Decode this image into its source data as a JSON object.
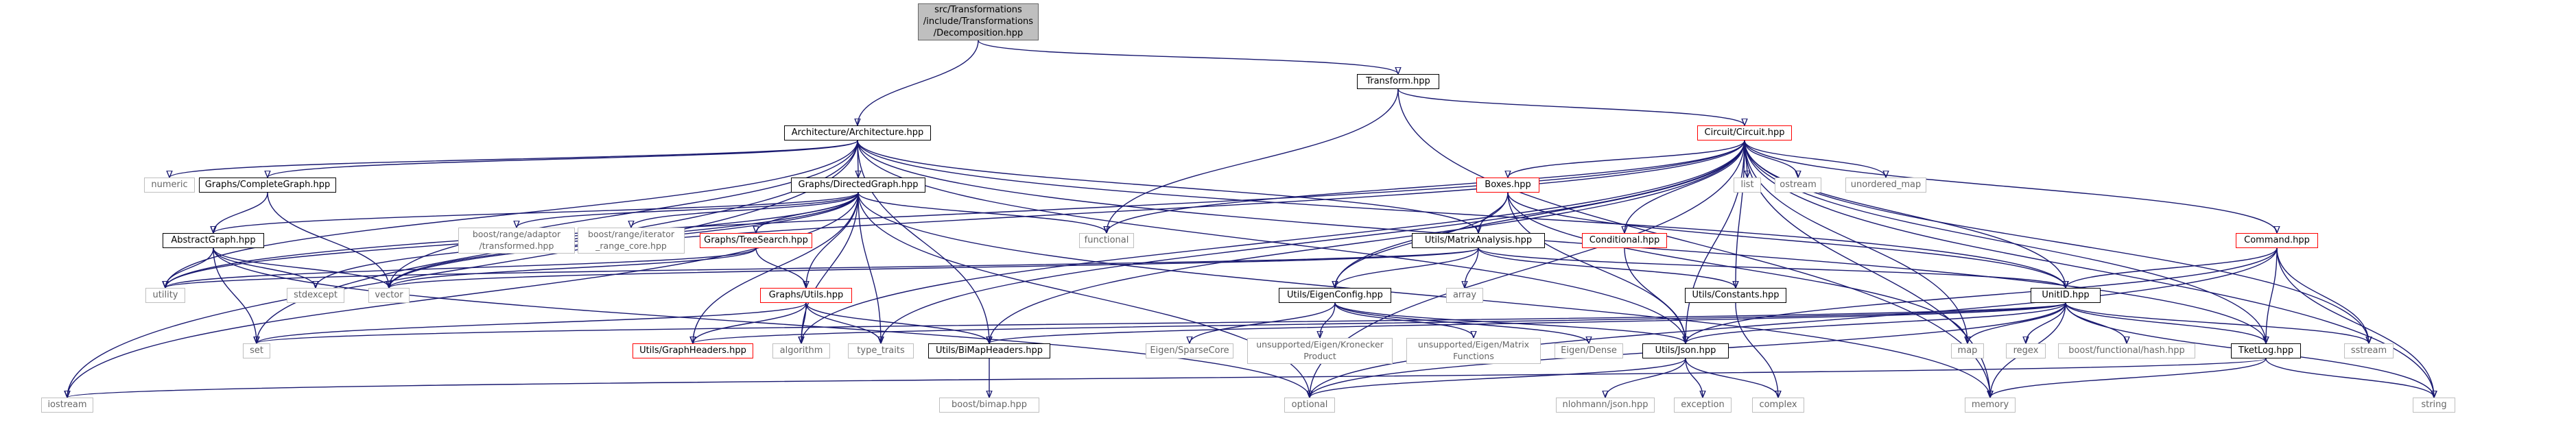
{
  "root": "src/Transformations\n/include/Transformations\n/Decomposition.hpp",
  "nodes": {
    "transform": "Transform.hpp",
    "architecture": "Architecture/Architecture.hpp",
    "circuit": "Circuit/Circuit.hpp",
    "numeric": "numeric",
    "complete_graph": "Graphs/CompleteGraph.hpp",
    "directed_graph": "Graphs/DirectedGraph.hpp",
    "boxes": "Boxes.hpp",
    "list": "list",
    "ostream": "ostream",
    "unordered_map": "unordered_map",
    "abstract_graph": "AbstractGraph.hpp",
    "boost_adaptor": "boost/range/adaptor\n/transformed.hpp",
    "boost_iterator": "boost/range/iterator\n_range_core.hpp",
    "tree_search": "Graphs/TreeSearch.hpp",
    "functional": "functional",
    "matrix_analysis": "Utils/MatrixAnalysis.hpp",
    "conditional": "Conditional.hpp",
    "command": "Command.hpp",
    "utility": "utility",
    "stdexcept": "stdexcept",
    "vector": "vector",
    "graph_utils": "Graphs/Utils.hpp",
    "array": "array",
    "eigen_config": "Utils/EigenConfig.hpp",
    "constants": "Utils/Constants.hpp",
    "unitid": "UnitID.hpp",
    "set": "set",
    "graph_headers": "Utils/GraphHeaders.hpp",
    "algorithm": "algorithm",
    "type_traits": "type_traits",
    "bimap_headers": "Utils/BiMapHeaders.hpp",
    "eigen_sparse": "Eigen/SparseCore",
    "eigen_kronecker": "unsupported/Eigen/Kronecker\nProduct",
    "eigen_matrix_functions": "unsupported/Eigen/Matrix\nFunctions",
    "eigen_dense": "Eigen/Dense",
    "json": "Utils/Json.hpp",
    "map": "map",
    "regex": "regex",
    "boost_hash": "boost/functional/hash.hpp",
    "tketlog": "TketLog.hpp",
    "sstream": "sstream",
    "iostream": "iostream",
    "boost_bimap": "boost/bimap.hpp",
    "optional": "optional",
    "nlohmann": "nlohmann/json.hpp",
    "exception": "exception",
    "complex": "complex",
    "memory": "memory",
    "string": "string"
  },
  "edges": [
    [
      "root",
      "transform"
    ],
    [
      "root",
      "architecture"
    ],
    [
      "transform",
      "circuit"
    ],
    [
      "transform",
      "functional"
    ],
    [
      "transform",
      "memory"
    ],
    [
      "architecture",
      "numeric"
    ],
    [
      "architecture",
      "complete_graph"
    ],
    [
      "architecture",
      "directed_graph"
    ],
    [
      "architecture",
      "utility"
    ],
    [
      "architecture",
      "vector"
    ],
    [
      "architecture",
      "set"
    ],
    [
      "architecture",
      "iostream"
    ],
    [
      "architecture",
      "unitid"
    ],
    [
      "architecture",
      "json"
    ],
    [
      "architecture",
      "matrix_analysis"
    ],
    [
      "architecture",
      "bimap_headers"
    ],
    [
      "architecture",
      "tketlog"
    ],
    [
      "circuit",
      "boxes"
    ],
    [
      "circuit",
      "list"
    ],
    [
      "circuit",
      "ostream"
    ],
    [
      "circuit",
      "unordered_map"
    ],
    [
      "circuit",
      "conditional"
    ],
    [
      "circuit",
      "command"
    ],
    [
      "circuit",
      "unitid"
    ],
    [
      "circuit",
      "map"
    ],
    [
      "circuit",
      "sstream"
    ],
    [
      "circuit",
      "string"
    ],
    [
      "circuit",
      "memory"
    ],
    [
      "circuit",
      "optional"
    ],
    [
      "circuit",
      "tketlog"
    ],
    [
      "circuit",
      "json"
    ],
    [
      "circuit",
      "constants"
    ],
    [
      "circuit",
      "functional"
    ],
    [
      "circuit",
      "vector"
    ],
    [
      "circuit",
      "utility"
    ],
    [
      "circuit",
      "type_traits"
    ],
    [
      "circuit",
      "algorithm"
    ],
    [
      "circuit",
      "bimap_headers"
    ],
    [
      "circuit",
      "eigen_config"
    ],
    [
      "complete_graph",
      "abstract_graph"
    ],
    [
      "complete_graph",
      "vector"
    ],
    [
      "directed_graph",
      "abstract_graph"
    ],
    [
      "directed_graph",
      "boost_adaptor"
    ],
    [
      "directed_graph",
      "boost_iterator"
    ],
    [
      "directed_graph",
      "tree_search"
    ],
    [
      "directed_graph",
      "functional"
    ],
    [
      "directed_graph",
      "graph_utils"
    ],
    [
      "directed_graph",
      "graph_headers"
    ],
    [
      "directed_graph",
      "algorithm"
    ],
    [
      "directed_graph",
      "type_traits"
    ],
    [
      "directed_graph",
      "optional"
    ],
    [
      "directed_graph",
      "stdexcept"
    ],
    [
      "directed_graph",
      "vector"
    ],
    [
      "directed_graph",
      "iostream"
    ],
    [
      "directed_graph",
      "memory"
    ],
    [
      "directed_graph",
      "utility"
    ],
    [
      "abstract_graph",
      "utility"
    ],
    [
      "abstract_graph",
      "stdexcept"
    ],
    [
      "abstract_graph",
      "vector"
    ],
    [
      "abstract_graph",
      "set"
    ],
    [
      "abstract_graph",
      "optional"
    ],
    [
      "tree_search",
      "graph_utils"
    ],
    [
      "tree_search",
      "vector"
    ],
    [
      "tree_search",
      "utility"
    ],
    [
      "graph_utils",
      "graph_headers"
    ],
    [
      "graph_utils",
      "algorithm"
    ],
    [
      "graph_utils",
      "type_traits"
    ],
    [
      "graph_utils",
      "bimap_headers"
    ],
    [
      "graph_utils",
      "set"
    ],
    [
      "boxes",
      "matrix_analysis"
    ],
    [
      "boxes",
      "eigen_config"
    ],
    [
      "boxes",
      "json"
    ],
    [
      "boxes",
      "map"
    ],
    [
      "boxes",
      "unitid"
    ],
    [
      "matrix_analysis",
      "eigen_config"
    ],
    [
      "matrix_analysis",
      "constants"
    ],
    [
      "matrix_analysis",
      "array"
    ],
    [
      "matrix_analysis",
      "unitid"
    ],
    [
      "matrix_analysis",
      "vector"
    ],
    [
      "matrix_analysis",
      "utility"
    ],
    [
      "eigen_config",
      "eigen_sparse"
    ],
    [
      "eigen_config",
      "eigen_kronecker"
    ],
    [
      "eigen_config",
      "eigen_matrix_functions"
    ],
    [
      "eigen_config",
      "eigen_dense"
    ],
    [
      "eigen_config",
      "json"
    ],
    [
      "conditional",
      "json"
    ],
    [
      "command",
      "unitid"
    ],
    [
      "command",
      "tketlog"
    ],
    [
      "command",
      "sstream"
    ],
    [
      "command",
      "string"
    ],
    [
      "command",
      "optional"
    ],
    [
      "command",
      "json"
    ],
    [
      "unitid",
      "json"
    ],
    [
      "unitid",
      "map"
    ],
    [
      "unitid",
      "regex"
    ],
    [
      "unitid",
      "boost_hash"
    ],
    [
      "unitid",
      "tketlog"
    ],
    [
      "unitid",
      "sstream"
    ],
    [
      "unitid",
      "string"
    ],
    [
      "unitid",
      "memory"
    ],
    [
      "unitid",
      "optional"
    ],
    [
      "unitid",
      "set"
    ],
    [
      "unitid",
      "graph_headers"
    ],
    [
      "unitid",
      "bimap_headers"
    ],
    [
      "constants",
      "complex"
    ],
    [
      "bimap_headers",
      "boost_bimap"
    ],
    [
      "json",
      "nlohmann"
    ],
    [
      "json",
      "exception"
    ],
    [
      "json",
      "complex"
    ],
    [
      "json",
      "optional"
    ],
    [
      "tketlog",
      "memory"
    ],
    [
      "tketlog",
      "string"
    ],
    [
      "tketlog",
      "iostream"
    ]
  ]
}
